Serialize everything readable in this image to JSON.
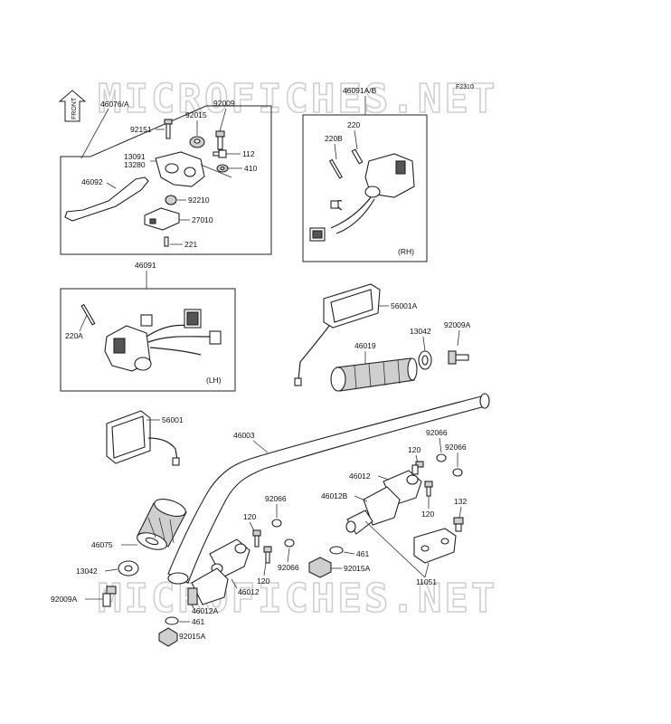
{
  "diagram_code": "F2310",
  "watermark_text": "MICROFICHES.NET",
  "front_label": "FRONT",
  "box_labels": {
    "lever_assembly": "46076/A",
    "right_switch": "46091A/B",
    "left_switch": "46091"
  },
  "side_labels": {
    "right": "(RH)",
    "left": "(LH)"
  },
  "parts": {
    "p92009": "92009",
    "p92015": "92015",
    "p92151": "92151",
    "p13091": "13091",
    "p13280": "13280",
    "p112": "112",
    "p410": "410",
    "p46092": "46092",
    "p92210": "92210",
    "p27010": "27010",
    "p221": "221",
    "p220": "220",
    "p220B": "220B",
    "p220A": "220A",
    "p56001A": "56001A",
    "p13042_top": "13042",
    "p92009A_top": "92009A",
    "p46019": "46019",
    "p56001": "56001",
    "p46003": "46003",
    "p92066_a": "92066",
    "p92066_b": "92066",
    "p120_a": "120",
    "p46012_right": "46012",
    "p46012B": "46012B",
    "p92066_c": "92066",
    "p120_b": "120",
    "p132": "132",
    "p120_c": "120",
    "p120_d": "120",
    "p92066_d": "92066",
    "p46075": "46075",
    "p461_a": "461",
    "p92015A_a": "92015A",
    "p13042_bottom": "13042",
    "p46012_left": "46012",
    "p11051": "11051",
    "p92009A_bottom": "92009A",
    "p46012A": "46012A",
    "p461_b": "461",
    "p92015A_b": "92015A"
  },
  "colors": {
    "line": "#222222",
    "watermark": "#d0d0d0",
    "fill_dark": "#555555",
    "fill_grey": "#cfcfcf"
  }
}
